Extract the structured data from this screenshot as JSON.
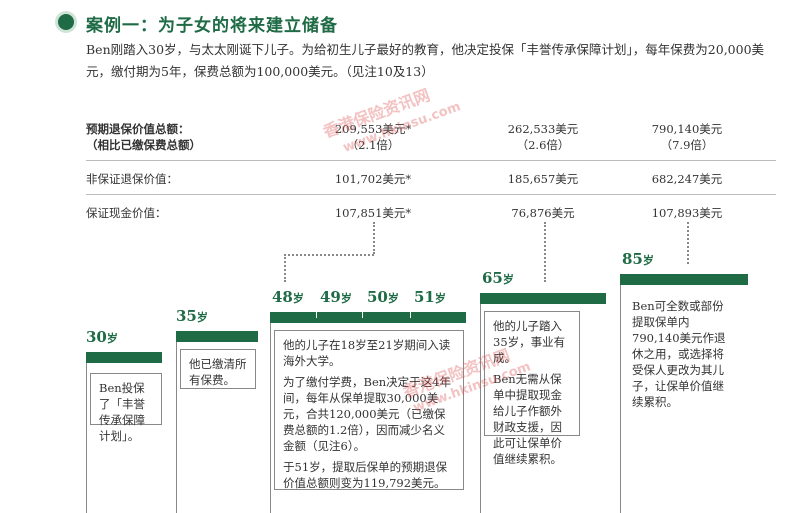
{
  "header": {
    "title": "案例一：为子女的将来建立储备"
  },
  "intro": {
    "text": "Ben刚踏入30岁，与太太刚诞下儿子。为给初生儿子最好的教育，他决定投保「丰誉传承保障计划」，每年保费为20,000美元，缴付期为5年，保费总额为100,000美元。（见注10及13）"
  },
  "table": {
    "row1_label_line1": "预期退保价值总额：",
    "row1_label_line2": "（相比已缴保费总额）",
    "row2_label": "非保证退保价值：",
    "row3_label": "保证现金价值：",
    "columns": [
      {
        "total": "209,553美元*",
        "ratio": "（2.1倍）",
        "nonguaranteed": "101,702美元*",
        "guaranteed": "107,851美元*"
      },
      {
        "total": "262,533美元",
        "ratio": "（2.6倍）",
        "nonguaranteed": "185,657美元",
        "guaranteed": "76,876美元"
      },
      {
        "total": "790,140美元",
        "ratio": "（7.9倍）",
        "nonguaranteed": "682,247美元",
        "guaranteed": "107,893美元"
      }
    ]
  },
  "timeline": {
    "age_unit": "岁",
    "ages": [
      "30",
      "35",
      "48",
      "49",
      "50",
      "51",
      "65",
      "85"
    ],
    "boxes": {
      "age30": "Ben投保了「丰誉传承保障计划」。",
      "age35": "他已缴清所有保费。",
      "age48_p1": "他的儿子在18岁至21岁期间入读海外大学。",
      "age48_p2": "为了缴付学费，Ben决定于这4年间，每年从保单提取30,000美元，合共120,000美元（已缴保费总额的1.2倍），因而减少名义金额（见注6）。",
      "age48_p3": "于51岁，提取后保单的预期退保价值总额则变为119,792美元。",
      "age65_p1": "他的儿子踏入35岁，事业有成。",
      "age65_p2": "Ben无需从保单中提取现金给儿子作额外财政支援，因此可让保单价值继续累积。",
      "age85": "Ben可全数或部份提取保单内790,140美元作退休之用，或选择将受保人更改为其儿子，让保单价值继续累积。"
    }
  },
  "watermark": {
    "line1": "香港保险资讯网",
    "line2": "www.hkinsu.com",
    "line3": "香港保险资讯网",
    "line4": "www.hkinsu.com"
  },
  "colors": {
    "brand_green": "#1e6b45"
  }
}
